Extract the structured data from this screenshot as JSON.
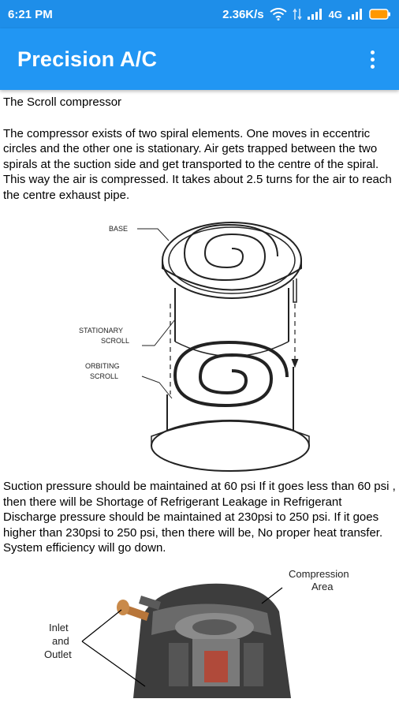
{
  "status_bar": {
    "time": "6:21 PM",
    "speed": "2.36K/s",
    "network": "4G",
    "icons": [
      "wifi-icon",
      "data-arrows-icon",
      "signal-icon",
      "signal-icon",
      "battery-icon"
    ],
    "battery_color": "#ff9800"
  },
  "app_bar": {
    "title": "Precision A/C",
    "menu_icon": "more-vert-icon",
    "color": "#2196f3"
  },
  "article": {
    "heading": "The Scroll compressor",
    "paragraph1": "The compressor exists of two spiral elements. One moves in eccentric circles  and the other one is stationary.   Air gets trapped between the two spirals at the suction side and get transported to the centre of the spiral.  This way the air is compressed. It takes about 2.5 turns for the air to reach the centre exhaust pipe.",
    "figure1_labels": {
      "base": "BASE",
      "stationary1": "STATIONARY",
      "stationary2": "SCROLL",
      "orbiting1": "ORBITING",
      "orbiting2": "SCROLL"
    },
    "paragraph2": "Suction pressure should be maintained at 60 psi If it goes less than 60 psi , then there will be   Shortage of Refrigerant  Leakage in Refrigerant Discharge pressure should be maintained at 230psi to 250 psi. If it goes higher than 230psi to 250 psi, then there will be,   No proper heat transfer.  System efficiency will go down.",
    "figure2_labels": {
      "compression1": "Compression",
      "compression2": "Area",
      "inlet1": "Inlet",
      "inlet2": "and",
      "inlet3": "Outlet"
    }
  }
}
